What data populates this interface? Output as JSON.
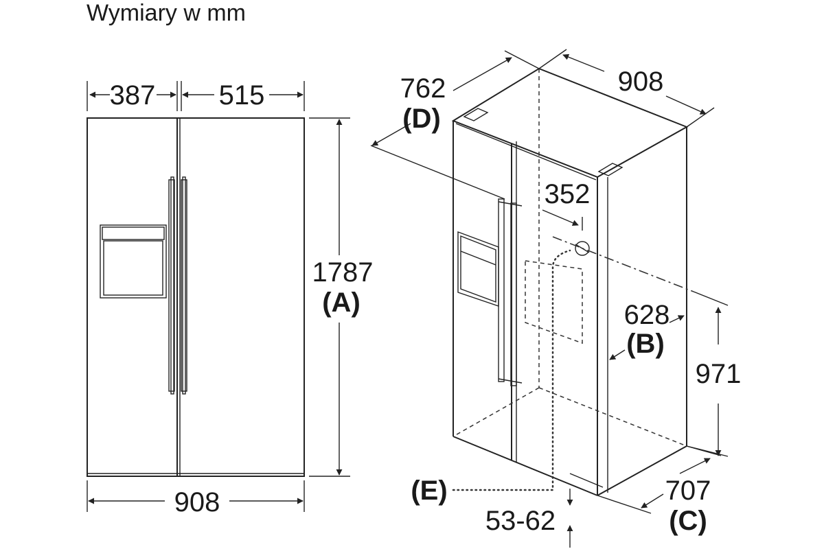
{
  "title": "Wymiary w mm",
  "front_view": {
    "left_door_width": "387",
    "right_door_width": "515",
    "total_width": "908",
    "height_value": "1787",
    "height_code": "(A)"
  },
  "perspective_view": {
    "depth_value": "762",
    "depth_code": "(D)",
    "top_width": "908",
    "water_inlet_offset": "352",
    "inlet_distance_value": "628",
    "inlet_distance_code": "(B)",
    "inlet_height": "971",
    "body_depth_value": "707",
    "body_depth_code": "(C)",
    "water_line_code": "(E)",
    "feet_range": "53-62"
  }
}
